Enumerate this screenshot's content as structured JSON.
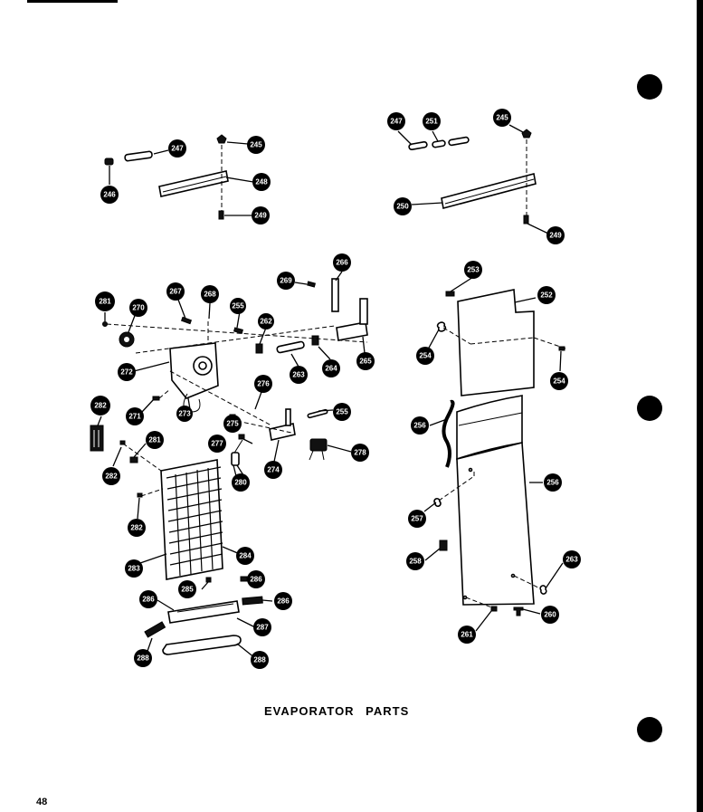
{
  "caption": "EVAPORATOR PARTS",
  "page_number": "48",
  "callouts": {
    "c245a": "245",
    "c246a": "246",
    "c247a": "247",
    "c248a": "248",
    "c249a": "249",
    "c247b": "247",
    "c251": "251",
    "c245b": "245",
    "c250": "250",
    "c249b": "249",
    "c281a": "281",
    "c270": "270",
    "c267": "267",
    "c268a": "268",
    "c255a": "255",
    "c262": "262",
    "c269": "269",
    "c266": "266",
    "c272": "272",
    "c263": "263",
    "c264": "264",
    "c265": "265",
    "c271": "271",
    "c273": "273",
    "c276": "276",
    "c275": "275",
    "c255b": "255",
    "c277": "277",
    "c278": "278",
    "c274": "274",
    "c280a": "280",
    "c282a": "282",
    "c282b": "282",
    "c281b": "281",
    "c282c": "282",
    "c283": "283",
    "c284": "284",
    "c285": "285",
    "c286a": "286",
    "c286b": "286",
    "c286c": "286",
    "c287": "287",
    "c288a": "288",
    "c288b": "288",
    "c253": "253",
    "c252": "252",
    "c254a": "254",
    "c254b": "254",
    "c256a": "256",
    "c256b": "256",
    "c257": "257",
    "c258": "258",
    "c263b": "263",
    "c260": "260",
    "c261": "261"
  }
}
